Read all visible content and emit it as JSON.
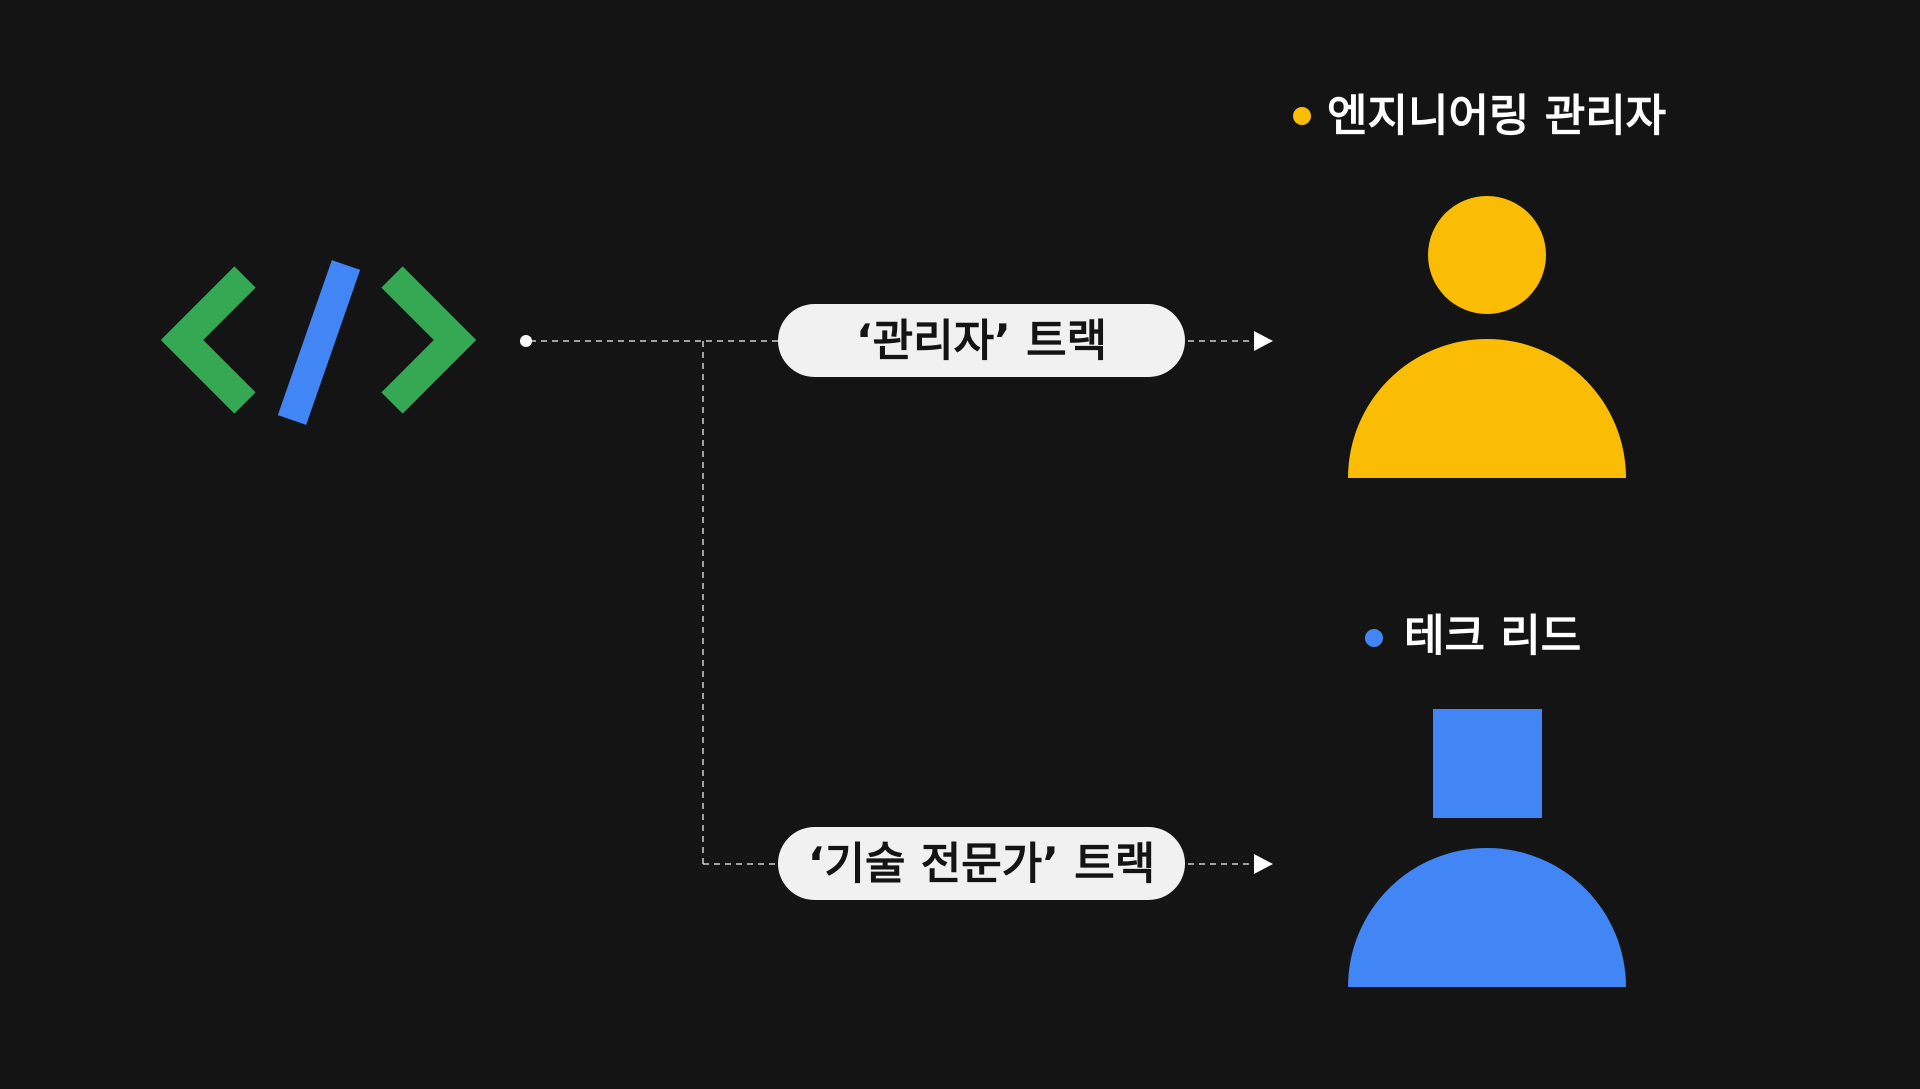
{
  "colors": {
    "background": "#141415",
    "code_green": "#34a853",
    "code_blue": "#4285f4",
    "manager_yellow": "#fbbc04",
    "techlead_blue": "#4285f4",
    "pill_fill": "#f1f1f1",
    "pill_text": "#141415",
    "connector": "#cfcfcf",
    "label_text": "#ffffff"
  },
  "source": {
    "icon": "code-brackets-icon"
  },
  "tracks": [
    {
      "label": "‘관리자’ 트랙"
    },
    {
      "label": "‘기술 전문가’ 트랙"
    }
  ],
  "roles": [
    {
      "label": "엔지니어링 관리자",
      "icon": "person-circle-head-icon",
      "bullet_color": "#fbbc04"
    },
    {
      "label": "테크 리드",
      "icon": "person-square-head-icon",
      "bullet_color": "#4285f4"
    }
  ]
}
